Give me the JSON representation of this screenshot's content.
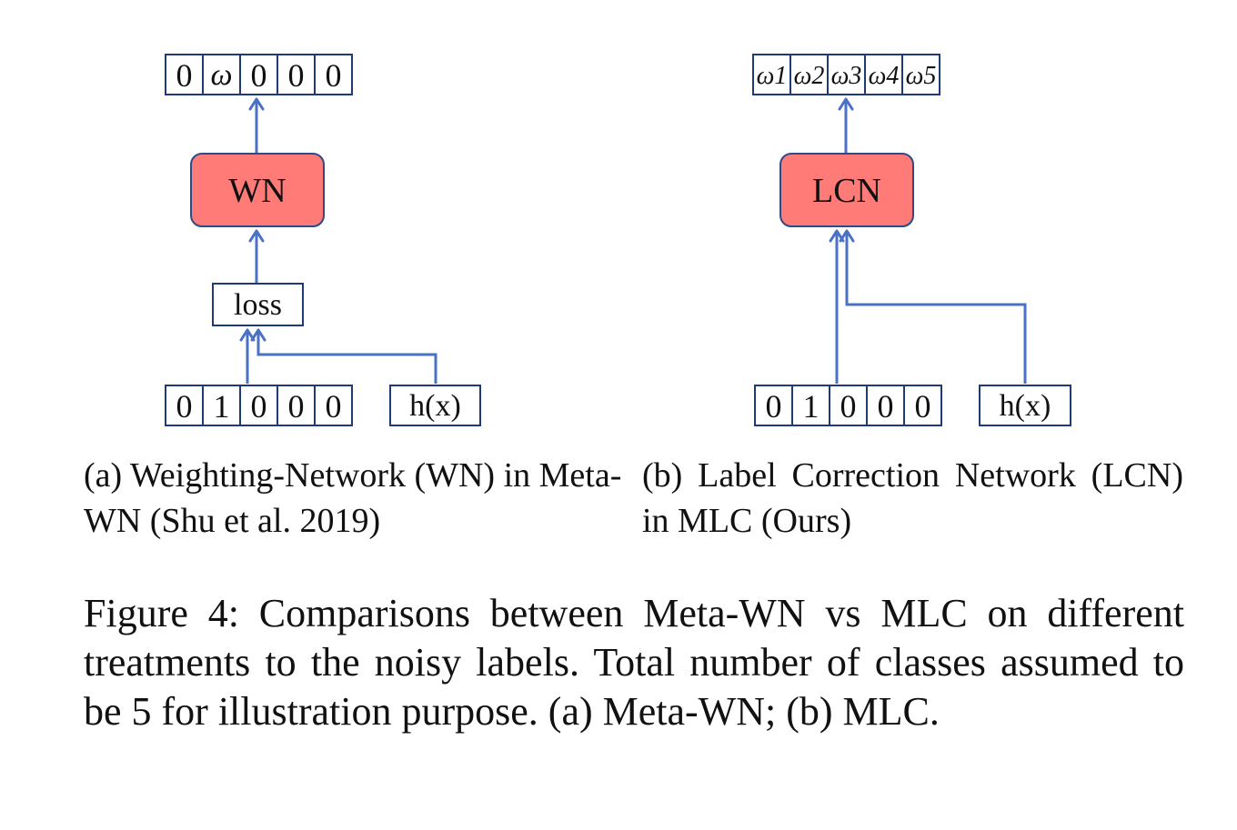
{
  "panel_a": {
    "output_vector": [
      "0",
      "ω",
      "0",
      "0",
      "0"
    ],
    "network_label": "WN",
    "loss_label": "loss",
    "label_vector": [
      "0",
      "1",
      "0",
      "0",
      "0"
    ],
    "feature_label": "h(x)",
    "caption": "(a) Weighting-Network (WN) in Meta-WN (Shu et al. 2019)"
  },
  "panel_b": {
    "output_vector": [
      "ω1",
      "ω2",
      "ω3",
      "ω4",
      "ω5"
    ],
    "network_label": "LCN",
    "label_vector": [
      "0",
      "1",
      "0",
      "0",
      "0"
    ],
    "feature_label": "h(x)",
    "caption": "(b) Label Correction Network (LCN) in MLC (Ours)"
  },
  "figure_caption": "Figure 4: Comparisons between Meta-WN vs MLC on different treatments to the noisy labels. Total number of classes assumed to be 5 for illustration purpose. (a) Meta-WN; (b) MLC.",
  "colors": {
    "network_fill": "#ff7b78",
    "network_stroke": "#2d4a8a",
    "arrow": "#4a72c4",
    "box_stroke": "#1f3a7a"
  }
}
